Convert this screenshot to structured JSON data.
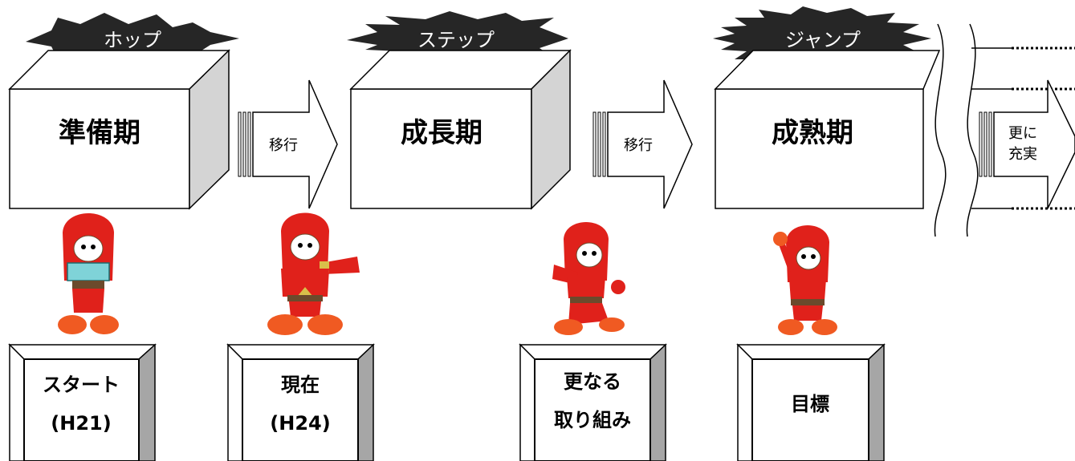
{
  "stages": [
    {
      "burst": "ホップ",
      "phase": "準備期"
    },
    {
      "burst": "ステップ",
      "phase": "成長期"
    },
    {
      "burst": "ジャンプ",
      "phase": "成熟期"
    }
  ],
  "transitions": [
    {
      "lines": [
        "移行"
      ]
    },
    {
      "lines": [
        "移行"
      ]
    },
    {
      "lines": [
        "更に",
        "充実"
      ]
    }
  ],
  "milestones": [
    {
      "lines": [
        "スタート",
        "(H21)"
      ]
    },
    {
      "lines": [
        "現在",
        "(H24)"
      ]
    },
    {
      "lines": [
        "更なる",
        "取り組み"
      ]
    },
    {
      "lines": [
        "目標"
      ]
    }
  ],
  "mascot_icon": "red-ninja-mascot-icon",
  "colors": {
    "burst": "#262626",
    "box_side": "#d4d4d4",
    "mascot_red": "#e0211b",
    "mascot_orange": "#f05a22",
    "mascot_yellow": "#d9c04a",
    "mascot_brown": "#6b4a2c",
    "line": "#000000"
  }
}
